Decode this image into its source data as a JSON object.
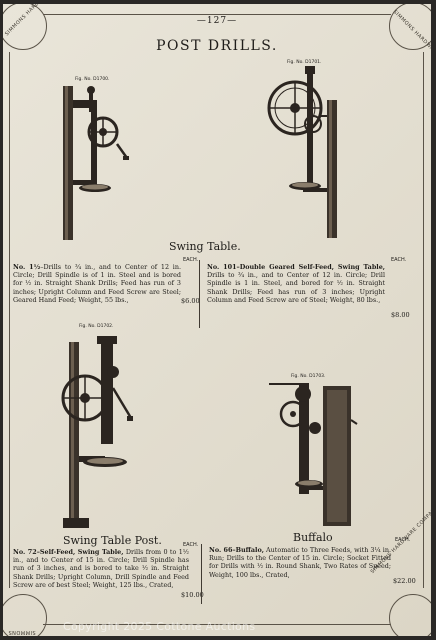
{
  "page_number": "—127—",
  "title": "POST DRILLS.",
  "corner_text": {
    "top_left": "SIMMONS HARDWARE COMPANY",
    "top_right": "SIMMONS HARDWARE COMPANY",
    "bottom_left": "SIMMONS",
    "bottom_right": "SIMMONS HARDWARE COMPANY"
  },
  "figures": [
    {
      "fig_no": "Fig. No. D1700.",
      "caption": ""
    },
    {
      "fig_no": "Fig. No. D1701.",
      "caption": ""
    },
    {
      "fig_no": "Fig. No. D1702.",
      "caption": ""
    },
    {
      "fig_no": "Fig. No. D1703.",
      "caption": ""
    }
  ],
  "captions": {
    "swing_table": "Swing Table.",
    "swing_table_post": "Swing Table Post.",
    "buffalo": "Buffalo"
  },
  "each_label": "EACH.",
  "items": [
    {
      "no": "No. 1½",
      "text": "–Drills to ¾ in., and to Center of 12 in. Circle; Drill Spindle is of 1 in. Steel and is bored for ½ in. Straight Shank Drills; Feed has run of 3 inches; Upright Column and Feed Screw are Steel; Geared Hand Feed; Weight, 55 lbs.,",
      "price": "$6.00"
    },
    {
      "no": "No. 101",
      "bold": "–Double Geared Self-Feed, Swing Table,",
      "text": " Drills to ¾ in., and to Center of 12 in. Circle; Drill Spindle is 1 in. Steel, and bored for ½ in. Straight Shank Drills; Feed has run of 3 inches; Upright Column and Feed Screw are of Steel; Weight, 80 lbs.,",
      "price": "$8.00"
    },
    {
      "no": "No. 72",
      "bold": "–Self-Feed, Swing Table,",
      "text": " Drills from 0 to 1½ in., and to Center of 15 in. Circle; Drill Spindle has run of 3 inches, and is bored to take ½ in. Straight Shank Drills; Upright Column, Drill Spindle and Feed Screw are of best Steel; Weight, 125 lbs., Crated,",
      "price": "$10.00"
    },
    {
      "no": "No. 66",
      "bold": "–Buffalo,",
      "text": " Automatic to Three Feeds, with 3¼ in. Run; Drills to the Center of 15 in. Circle; Socket Fitted for Drills with ½ in. Round Shank, Two Rates of Speed; Weight, 100 lbs., Crated,",
      "price": "$22.00"
    }
  ],
  "watermark": "Copyright 2025 Cottone Auctions"
}
